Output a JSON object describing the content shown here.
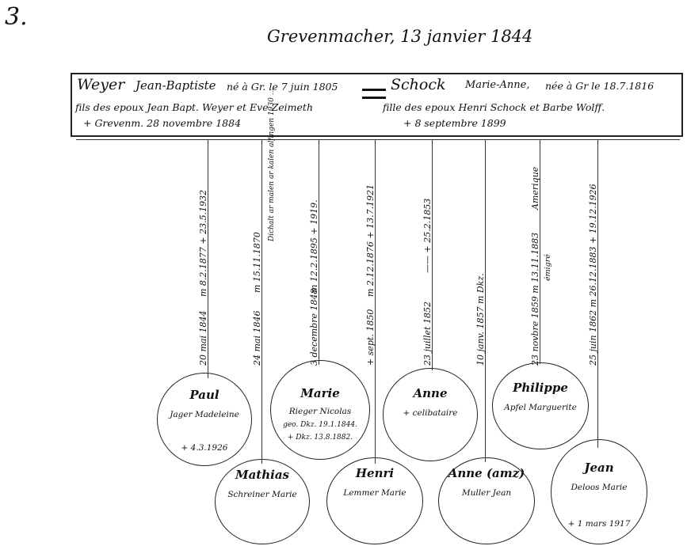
{
  "corner_mark": "3.",
  "place_date": "Grevenmacher, 13 janvier 1844",
  "groom": {
    "name": "Weyer",
    "given": "Jean-Baptiste",
    "birth": "né à Gr. le 7 juin 1805",
    "parents": "fils des epoux Jean Bapt. Weyer et Eve Zeimeth",
    "death": "+ Grevenm. 28 novembre 1884"
  },
  "bride": {
    "name": "Schock",
    "given": "Marie-Anne,",
    "birth": "née à Gr le 18.7.1816",
    "parents": "fille des epoux Henri Schock et Barbe Wolff.",
    "death": "+ 8 septembre 1899"
  },
  "children": [
    {
      "id": "paul",
      "birth": "20 mai 1844",
      "event": "m 8.2.1877 + 23.5.1932",
      "note": "",
      "name": "Paul",
      "line1": "Jager Madeleine",
      "line2": "",
      "line3": "+ 4.3.1926"
    },
    {
      "id": "mathias",
      "birth": "24 mai 1846",
      "event": "m 15.11.1870",
      "note": "Dichalt ar malen ar kalen alfingen 1930 ...",
      "name": "Mathias",
      "line1": "Schreiner Marie",
      "line2": "",
      "line3": ""
    },
    {
      "id": "marie",
      "birth": "3 decembre 1848",
      "event": "m 12.2.1895 + 1919.",
      "note": "",
      "name": "Marie",
      "line1": "Rieger Nicolas",
      "line2": "geo. Dkz. 19.1.1844.",
      "line3": "+ Dkz. 13.8.1882."
    },
    {
      "id": "henri",
      "birth": "+ sept. 1850",
      "event": "m 2.12.1876 + 13.7.1921",
      "note": "",
      "name": "Henri",
      "line1": "Lemmer Marie",
      "line2": "",
      "line3": ""
    },
    {
      "id": "anne1",
      "birth": "23 juillet 1852",
      "event": "—— + 25.2.1853",
      "note": "",
      "name": "Anne",
      "line1": "+ celibataire",
      "line2": "",
      "line3": ""
    },
    {
      "id": "anne2",
      "birth": "10 janv. 1857 m Dkz.",
      "event": "",
      "note": "",
      "name": "Anne (amz)",
      "line1": "Muller Jean",
      "line2": "",
      "line3": ""
    },
    {
      "id": "philippe",
      "birth": "23 novbre 1859 m 13.11.1883",
      "event": "Amerique",
      "note": "émigré",
      "name": "Philippe",
      "line1": "Apfel Marguerite",
      "line2": "",
      "line3": ""
    },
    {
      "id": "jean",
      "birth": "25 juin 1862 m 26.12.1883 + 19.12.1926",
      "event": "",
      "note": "",
      "name": "Jean",
      "line1": "Deloos Marie",
      "line2": "",
      "line3": "+ 1 mars 1917"
    }
  ]
}
